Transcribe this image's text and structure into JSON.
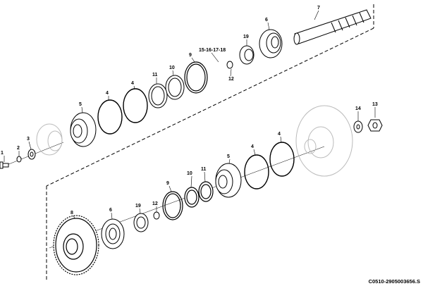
{
  "drawing": {
    "code": "C0510-2905003656.S",
    "line_color": "#000000",
    "ghost_color": "#bbbbbb"
  },
  "callouts": {
    "c1": "1",
    "c2": "2",
    "c3": "3",
    "c4a": "4",
    "c4b": "4",
    "c4c": "4",
    "c4d": "4",
    "c5a": "5",
    "c5b": "5",
    "c6a": "6",
    "c6b": "6",
    "c7": "7",
    "c8": "8",
    "c9a": "9",
    "c9b": "9",
    "c10a": "10",
    "c10b": "10",
    "c11a": "11",
    "c11b": "11",
    "c12a": "12",
    "c12b": "12",
    "c13": "13",
    "c14": "14",
    "c15": "15-16-17-18",
    "c19a": "19",
    "c19b": "19"
  }
}
